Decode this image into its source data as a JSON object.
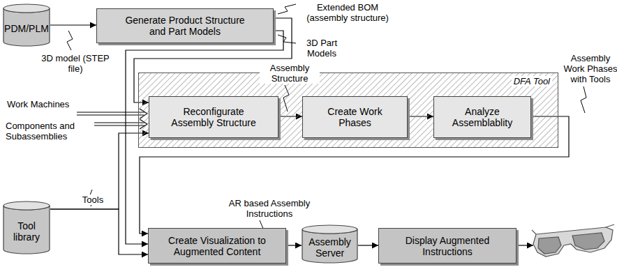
{
  "diagram": {
    "nodes": [
      {
        "text": [
          "PDM/PLM"
        ]
      },
      {
        "text": [
          "Generate Product Structure and Part Models"
        ]
      },
      {
        "text": [
          "DFA Tool"
        ]
      },
      {
        "text": [
          "Reconfigurate Assembly Structure"
        ],
        "in": 2
      },
      {
        "text": [
          "Create Work Phases"
        ],
        "in": 2
      },
      {
        "text": [
          "Analyze Assemblablity"
        ],
        "in": 2
      },
      {
        "text": [
          "Tool library"
        ]
      },
      {
        "text": [
          "Create Visualization to Augmented Content"
        ]
      },
      {
        "text": [
          "Assembly Server"
        ]
      },
      {
        "text": [
          "Display Augmented Instructions"
        ]
      }
    ],
    "edges": [
      {
        "from": 0,
        "to": 1,
        "arrow": "to",
        "label": "3D model (STEP file)"
      },
      {
        "from": 1,
        "to": 3,
        "arrow": "to",
        "label": "Extended BOM (assembly structure)"
      },
      {
        "from": 1,
        "to": 7,
        "arrow": "to",
        "label": "3D Part Models"
      },
      {
        "from": 3,
        "to": 4,
        "arrow": "to",
        "label": "Assembly Structure"
      },
      {
        "from": 4,
        "to": 5,
        "arrow": "to"
      },
      {
        "from": 5,
        "to": 7,
        "arrow": "to",
        "label": "Assembly Work Phases with Tools"
      },
      {
        "from": 6,
        "to": 3,
        "arrow": "to",
        "label": "Tools"
      },
      {
        "from": 6,
        "to": 7,
        "arrow": "to"
      },
      {
        "from": 7,
        "to": 8,
        "arrow": "to",
        "label": "AR based Assembly Instructions"
      },
      {
        "from": 8,
        "to": 9,
        "arrow": "to"
      }
    ],
    "labels": [
      "Work Machines",
      "Components and Subassemblies"
    ]
  }
}
